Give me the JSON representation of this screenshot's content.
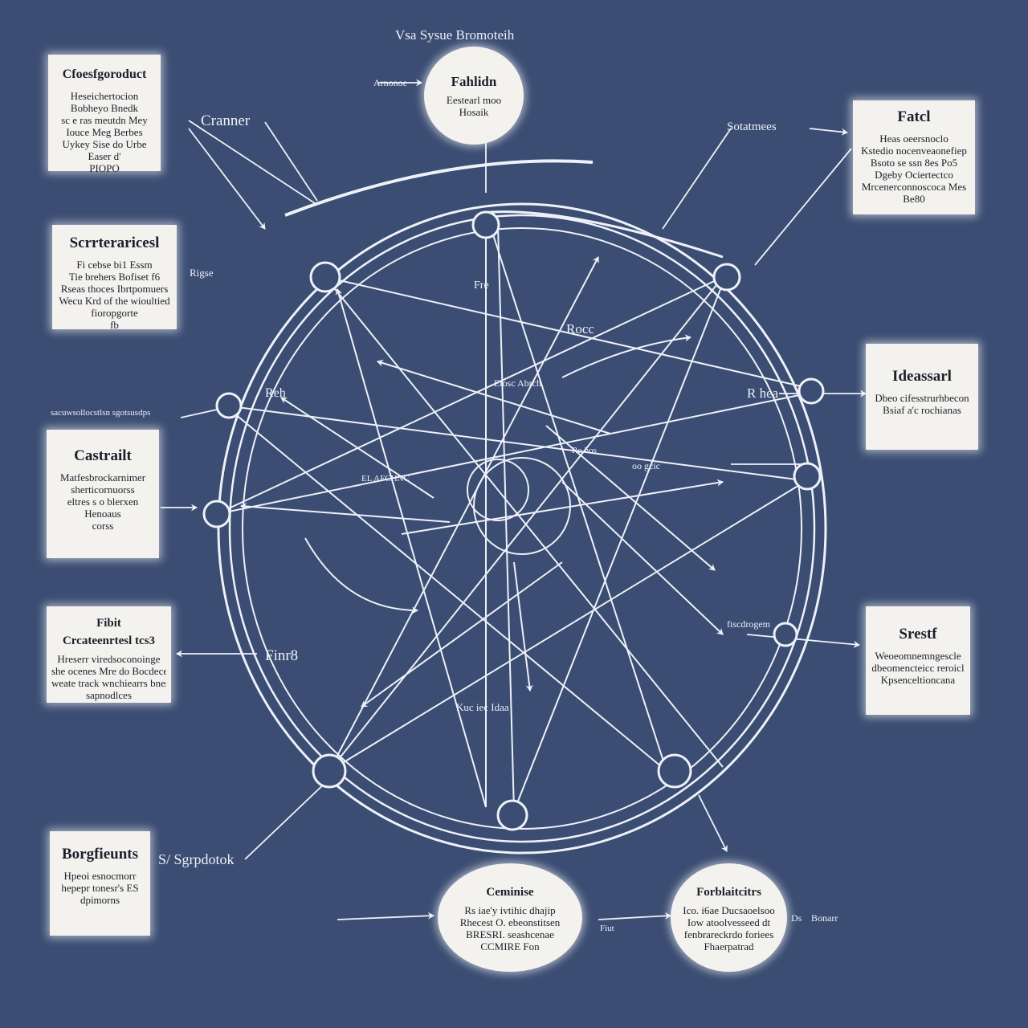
{
  "top_title": "Vsa Sysue Bromoteih",
  "hub": {
    "title": "Fahlidn",
    "lines": [
      "Eestearl moo",
      "Hosaik"
    ]
  },
  "notes": {
    "n1": {
      "title": "Cfoesfgoroduct",
      "lines": [
        "Heseichertocion",
        "Bobheyo Bnedk",
        "sc e ras meutdn Mey",
        "Iouce Meg Berbes",
        "Uykey Sise do Urbe",
        "Easer d'",
        "PIOPO"
      ]
    },
    "n2": {
      "title": "Scrrteraricesl",
      "lines": [
        "Fi cebse bi1 Essm",
        "Tie brehers Bofiset f6",
        "Rseas thoces Ibrtpomuers",
        "Wecu Krd of the wioultied",
        "fioropgorte",
        "fb"
      ]
    },
    "n3": {
      "title": "Castrailt",
      "lines": [
        "Matfesbrockarnimer",
        "sherticornuorss",
        "eltres s o blerxen",
        "Henoaus",
        "corss"
      ]
    },
    "n4": {
      "title": "Fibit",
      "title2": "Crcateenrtesl tcs3",
      "lines": [
        "Hreserr viredsoconoinge",
        "she ocenes Mre do Bocdecen",
        "weate track wnchiearrs bnes",
        "sapnodlces"
      ]
    },
    "n5": {
      "title": "Borgfieunts",
      "lines": [
        "Hpeoi esnocmorr",
        "hepepr tonesr's ES",
        "dpimorns"
      ]
    },
    "n6": {
      "title": "Fatcl",
      "lines": [
        "Heas oeersnoclo",
        "Kstedio nocenveaonefiep",
        "Bsoto se ssn 8es Po5",
        "Dgeby Ociertectco",
        "Mrcenerconnoscoca Mes",
        "Be80"
      ]
    },
    "n7": {
      "title": "Ideassarl",
      "lines": [
        "Dbeo cifesstrurhbecon",
        "Bsiaf a'c rochianas"
      ]
    },
    "n8": {
      "title": "Srestf",
      "lines": [
        "Weoeomnemngescle",
        "dbeomencteicc reroicl",
        "Kpsenceltioncana"
      ]
    },
    "c1": {
      "title": "Ceminise",
      "lines": [
        "Rs iae'y ivtihic dhajip",
        "Rhecest O. ebeonstitsen",
        "BRESRI. seashcenae",
        "CCMIRE Fon"
      ]
    },
    "c2": {
      "title": "Forblaitcitrs",
      "lines": [
        "Ico. i6ae Ducsaoelsoo",
        "Iow atoolvesseed dt",
        "fenbrareckrdo foriees",
        "Fhaerpatrad"
      ]
    }
  },
  "labels": {
    "a1": "Arnonoe",
    "a2": "Cranner",
    "a3": "Sotatmees",
    "a4": "Rigse",
    "a5": "sacuwsollocstlsn  sgotsusdps",
    "a6": "Reh",
    "a7": "Etosc Abrch",
    "a8": "R hea",
    "a9": "Ro hos",
    "a10": "Rocc",
    "a11": "EL AFCHNC",
    "a12": "oo gcic",
    "a13": "Finr8",
    "a14": "fiscdrogem",
    "a15": "Kuc iec Idaa",
    "a16": "S/ Sgrpdotok",
    "a17": "Fiut",
    "a18": "Ds",
    "a19": "Bonarr",
    "a20": "Fre"
  },
  "colors": {
    "background": "#3b4d73",
    "line": "#eef1f7",
    "note": "#f4f2ee",
    "ink": "#1c1f2b"
  }
}
